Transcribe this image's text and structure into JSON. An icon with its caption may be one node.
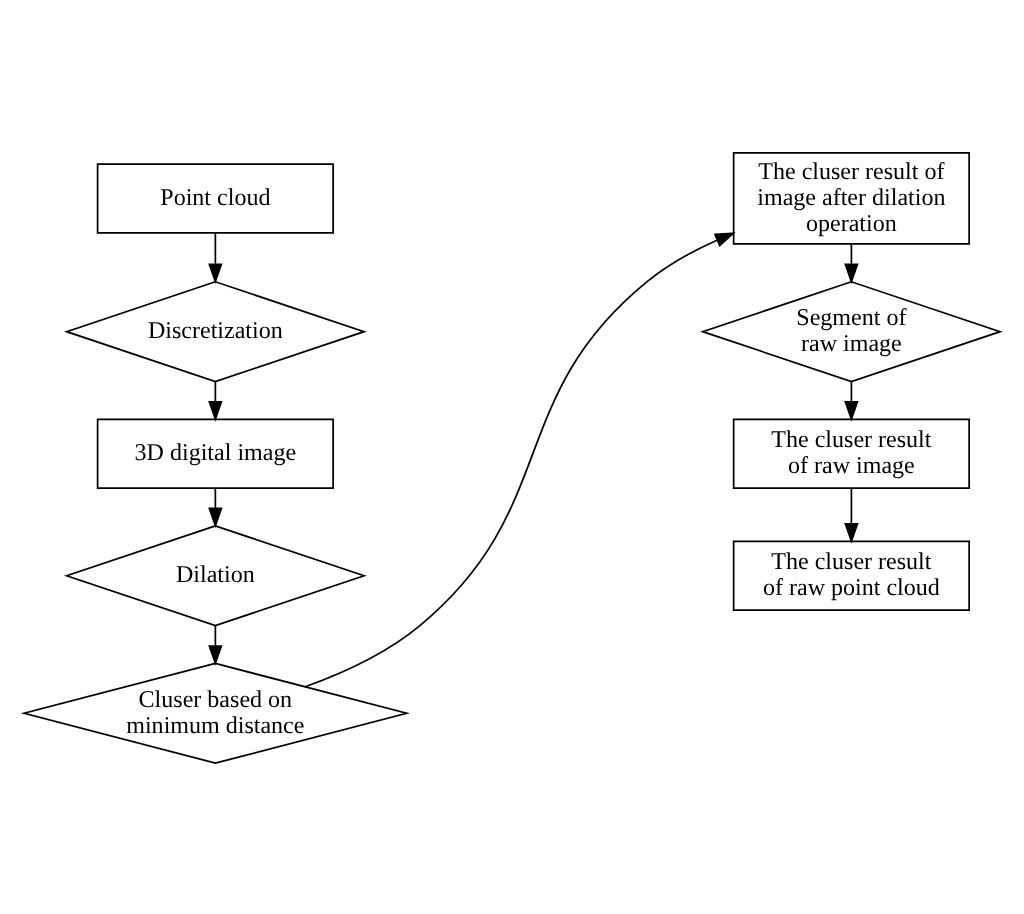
{
  "diagram": {
    "nodes": [
      {
        "text": [
          "Point cloud"
        ]
      },
      {
        "text": [
          "Discretization"
        ]
      },
      {
        "text": [
          "3D digital image"
        ]
      },
      {
        "text": [
          "Dilation"
        ]
      },
      {
        "text": [
          "Cluser based on minimum distance"
        ]
      },
      {
        "text": [
          "The cluser result of image after dilation operation"
        ]
      },
      {
        "text": [
          "Segment of raw image"
        ]
      },
      {
        "text": [
          "The cluser result of raw image"
        ]
      },
      {
        "text": [
          "The cluser result of raw point cloud"
        ]
      }
    ],
    "edges": [
      {
        "from": 0,
        "to": 1,
        "arrow": "to"
      },
      {
        "from": 1,
        "to": 2,
        "arrow": "to"
      },
      {
        "from": 2,
        "to": 3,
        "arrow": "to"
      },
      {
        "from": 3,
        "to": 4,
        "arrow": "to"
      },
      {
        "from": 4,
        "to": 5,
        "arrow": "to"
      },
      {
        "from": 5,
        "to": 6,
        "arrow": "to"
      },
      {
        "from": 6,
        "to": 7,
        "arrow": "to"
      },
      {
        "from": 7,
        "to": 8,
        "arrow": "to"
      }
    ]
  }
}
